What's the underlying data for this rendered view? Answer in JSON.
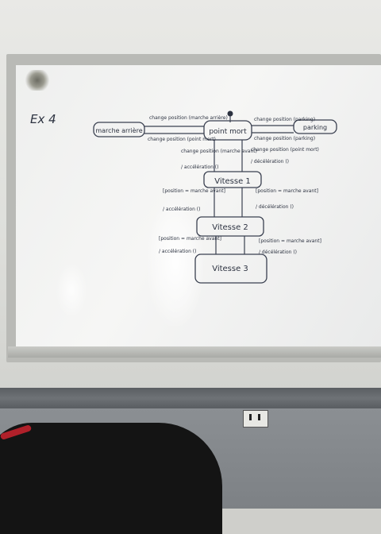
{
  "board": {
    "exercise_label": "Ex 4",
    "states": {
      "marche_arriere": "marche arrière",
      "point_mort": "point mort",
      "parking": "parking",
      "vitesse1": "Vitesse 1",
      "vitesse2": "Vitesse 2",
      "vitesse3": "Vitesse 3"
    },
    "transitions": {
      "to_arriere_top": "change position (marche arrière)",
      "to_arriere_bottom": "change position (point mort)",
      "to_parking_top": "change position (parking)",
      "to_parking_bottom": "change position (parking)",
      "pm_to_v1": "change position (marche avant)",
      "pm_to_v1_action": "/ accélération ()",
      "v1_to_pm": "change position (point mort)",
      "v1_to_pm_action": "/ décélération ()",
      "v1_to_v2_guard": "[position = marche avant]",
      "v1_to_v2_action": "/ accélération ()",
      "v2_to_v1_guard": "[position = marche avant]",
      "v2_to_v1_action": "/ décélération ()",
      "v2_to_v3_guard": "[position = marche avant]",
      "v2_to_v3_action": "/ accélération ()",
      "v3_to_v2_guard": "[position = marche avant]",
      "v3_to_v2_action": "/ décélération ()"
    }
  }
}
